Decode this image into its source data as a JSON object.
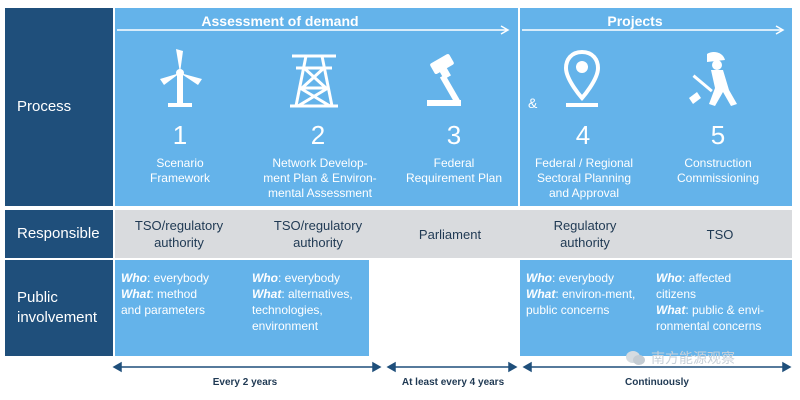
{
  "rows": {
    "process": "Process",
    "responsible": "Responsible",
    "public": [
      "Public",
      "involvement"
    ]
  },
  "headers": {
    "demand": "Assessment of demand",
    "projects": "Projects"
  },
  "steps": [
    {
      "num": "1",
      "title": [
        "Scenario",
        "Framework"
      ],
      "icon": "wind-turbine-icon"
    },
    {
      "num": "2",
      "title": [
        "Network Develop-",
        "ment Plan & Environ-",
        "mental Assessment"
      ],
      "icon": "power-tower-icon"
    },
    {
      "num": "3",
      "title": [
        "Federal",
        "Requirement Plan"
      ],
      "icon": "gavel-icon"
    },
    {
      "num": "4",
      "title": [
        "Federal / Regional",
        "Sectoral Planning",
        "and Approval"
      ],
      "icon": "location-pin-icon"
    },
    {
      "num": "5",
      "title": [
        "Construction",
        "Commissioning"
      ],
      "icon": "construction-worker-icon"
    }
  ],
  "ampersand": "&",
  "responsible": [
    [
      "TSO/regulatory",
      "authority"
    ],
    [
      "TSO/regulatory",
      "authority"
    ],
    [
      "Parliament"
    ],
    [
      "Regulatory",
      "authority"
    ],
    [
      "TSO"
    ]
  ],
  "public": [
    {
      "who_label": "Who",
      "who": ": everybody",
      "what_label": "What",
      "what": ": method",
      "extra": [
        "and parameters"
      ]
    },
    {
      "who_label": "Who",
      "who": ": everybody",
      "what_label": "What",
      "what": ": alternatives,",
      "extra": [
        "technologies,",
        "environment"
      ]
    },
    {
      "who_label": "Who",
      "who": ": everybody",
      "what_label": "What",
      "what": ": environ-ment,",
      "extra": [
        "public concerns"
      ]
    },
    {
      "who_label": "Who",
      "who": ": affected",
      "who_extra": "citizens",
      "what_label": "What",
      "what": ": public & envi-",
      "extra": [
        "ronmental concerns"
      ]
    }
  ],
  "timeline": {
    "a": "Every 2 years",
    "b": "At least every 4 years",
    "c": "Continuously"
  },
  "watermark": "南方能源观察",
  "colors": {
    "dark": "#1f4f7b",
    "light": "#64b3ea",
    "grey": "#d9dbde"
  }
}
